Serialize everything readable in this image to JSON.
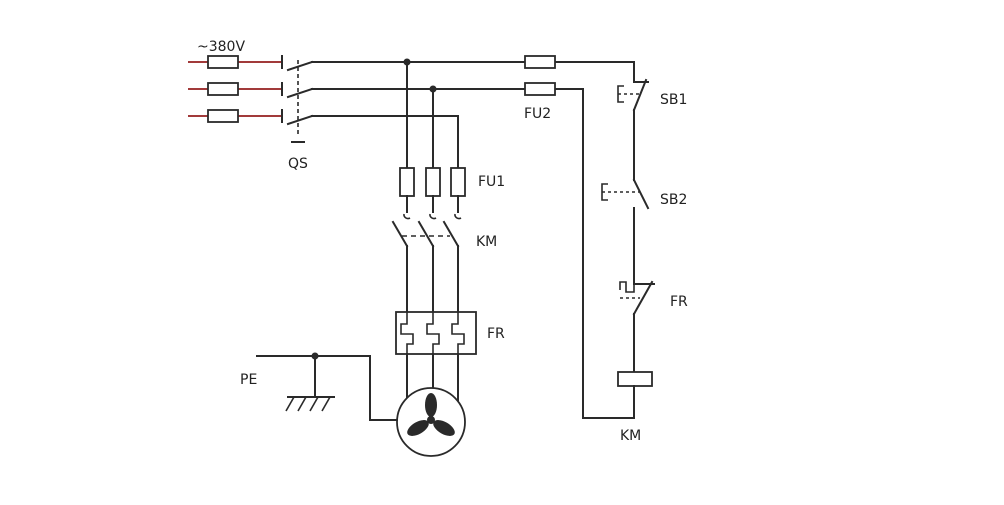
{
  "labels": {
    "supply": "~380V",
    "qs": "QS",
    "fu1": "FU1",
    "fu2": "FU2",
    "km_contacts": "KM",
    "fr_heater": "FR",
    "pe": "PE",
    "sb1": "SB1",
    "sb2": "SB2",
    "fr_contact": "FR",
    "km_coil": "KM"
  },
  "colors": {
    "wire": "#2a2a2a",
    "supply_lead": "#a23a3a",
    "background": "#ffffff"
  }
}
